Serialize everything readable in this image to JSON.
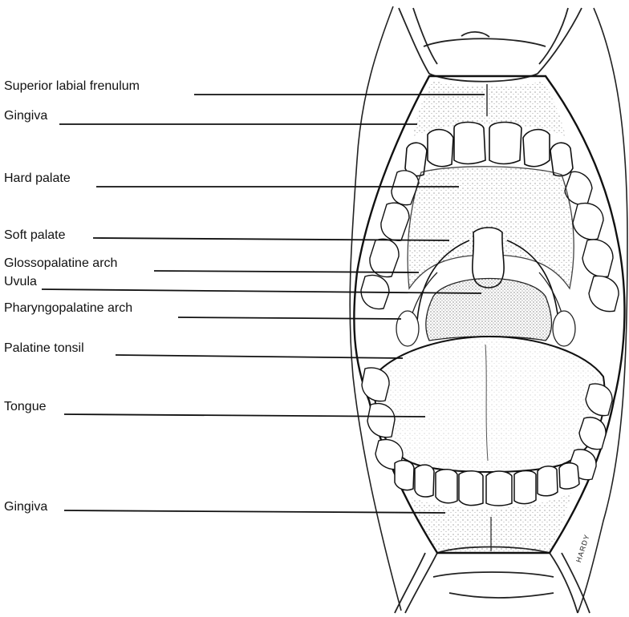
{
  "diagram": {
    "labels": [
      {
        "id": "superior-labial-frenulum",
        "text": "Superior labial frenulum"
      },
      {
        "id": "gingiva-upper",
        "text": "Gingiva"
      },
      {
        "id": "hard-palate",
        "text": "Hard palate"
      },
      {
        "id": "soft-palate",
        "text": "Soft palate"
      },
      {
        "id": "glossopalatine-arch",
        "text": "Glossopalatine arch"
      },
      {
        "id": "uvula",
        "text": "Uvula"
      },
      {
        "id": "pharyngopalatine-arch",
        "text": "Pharyngopalatine arch"
      },
      {
        "id": "palatine-tonsil",
        "text": "Palatine tonsil"
      },
      {
        "id": "tongue",
        "text": "Tongue"
      },
      {
        "id": "gingiva-lower",
        "text": "Gingiva"
      }
    ],
    "signature": "HARDY"
  }
}
